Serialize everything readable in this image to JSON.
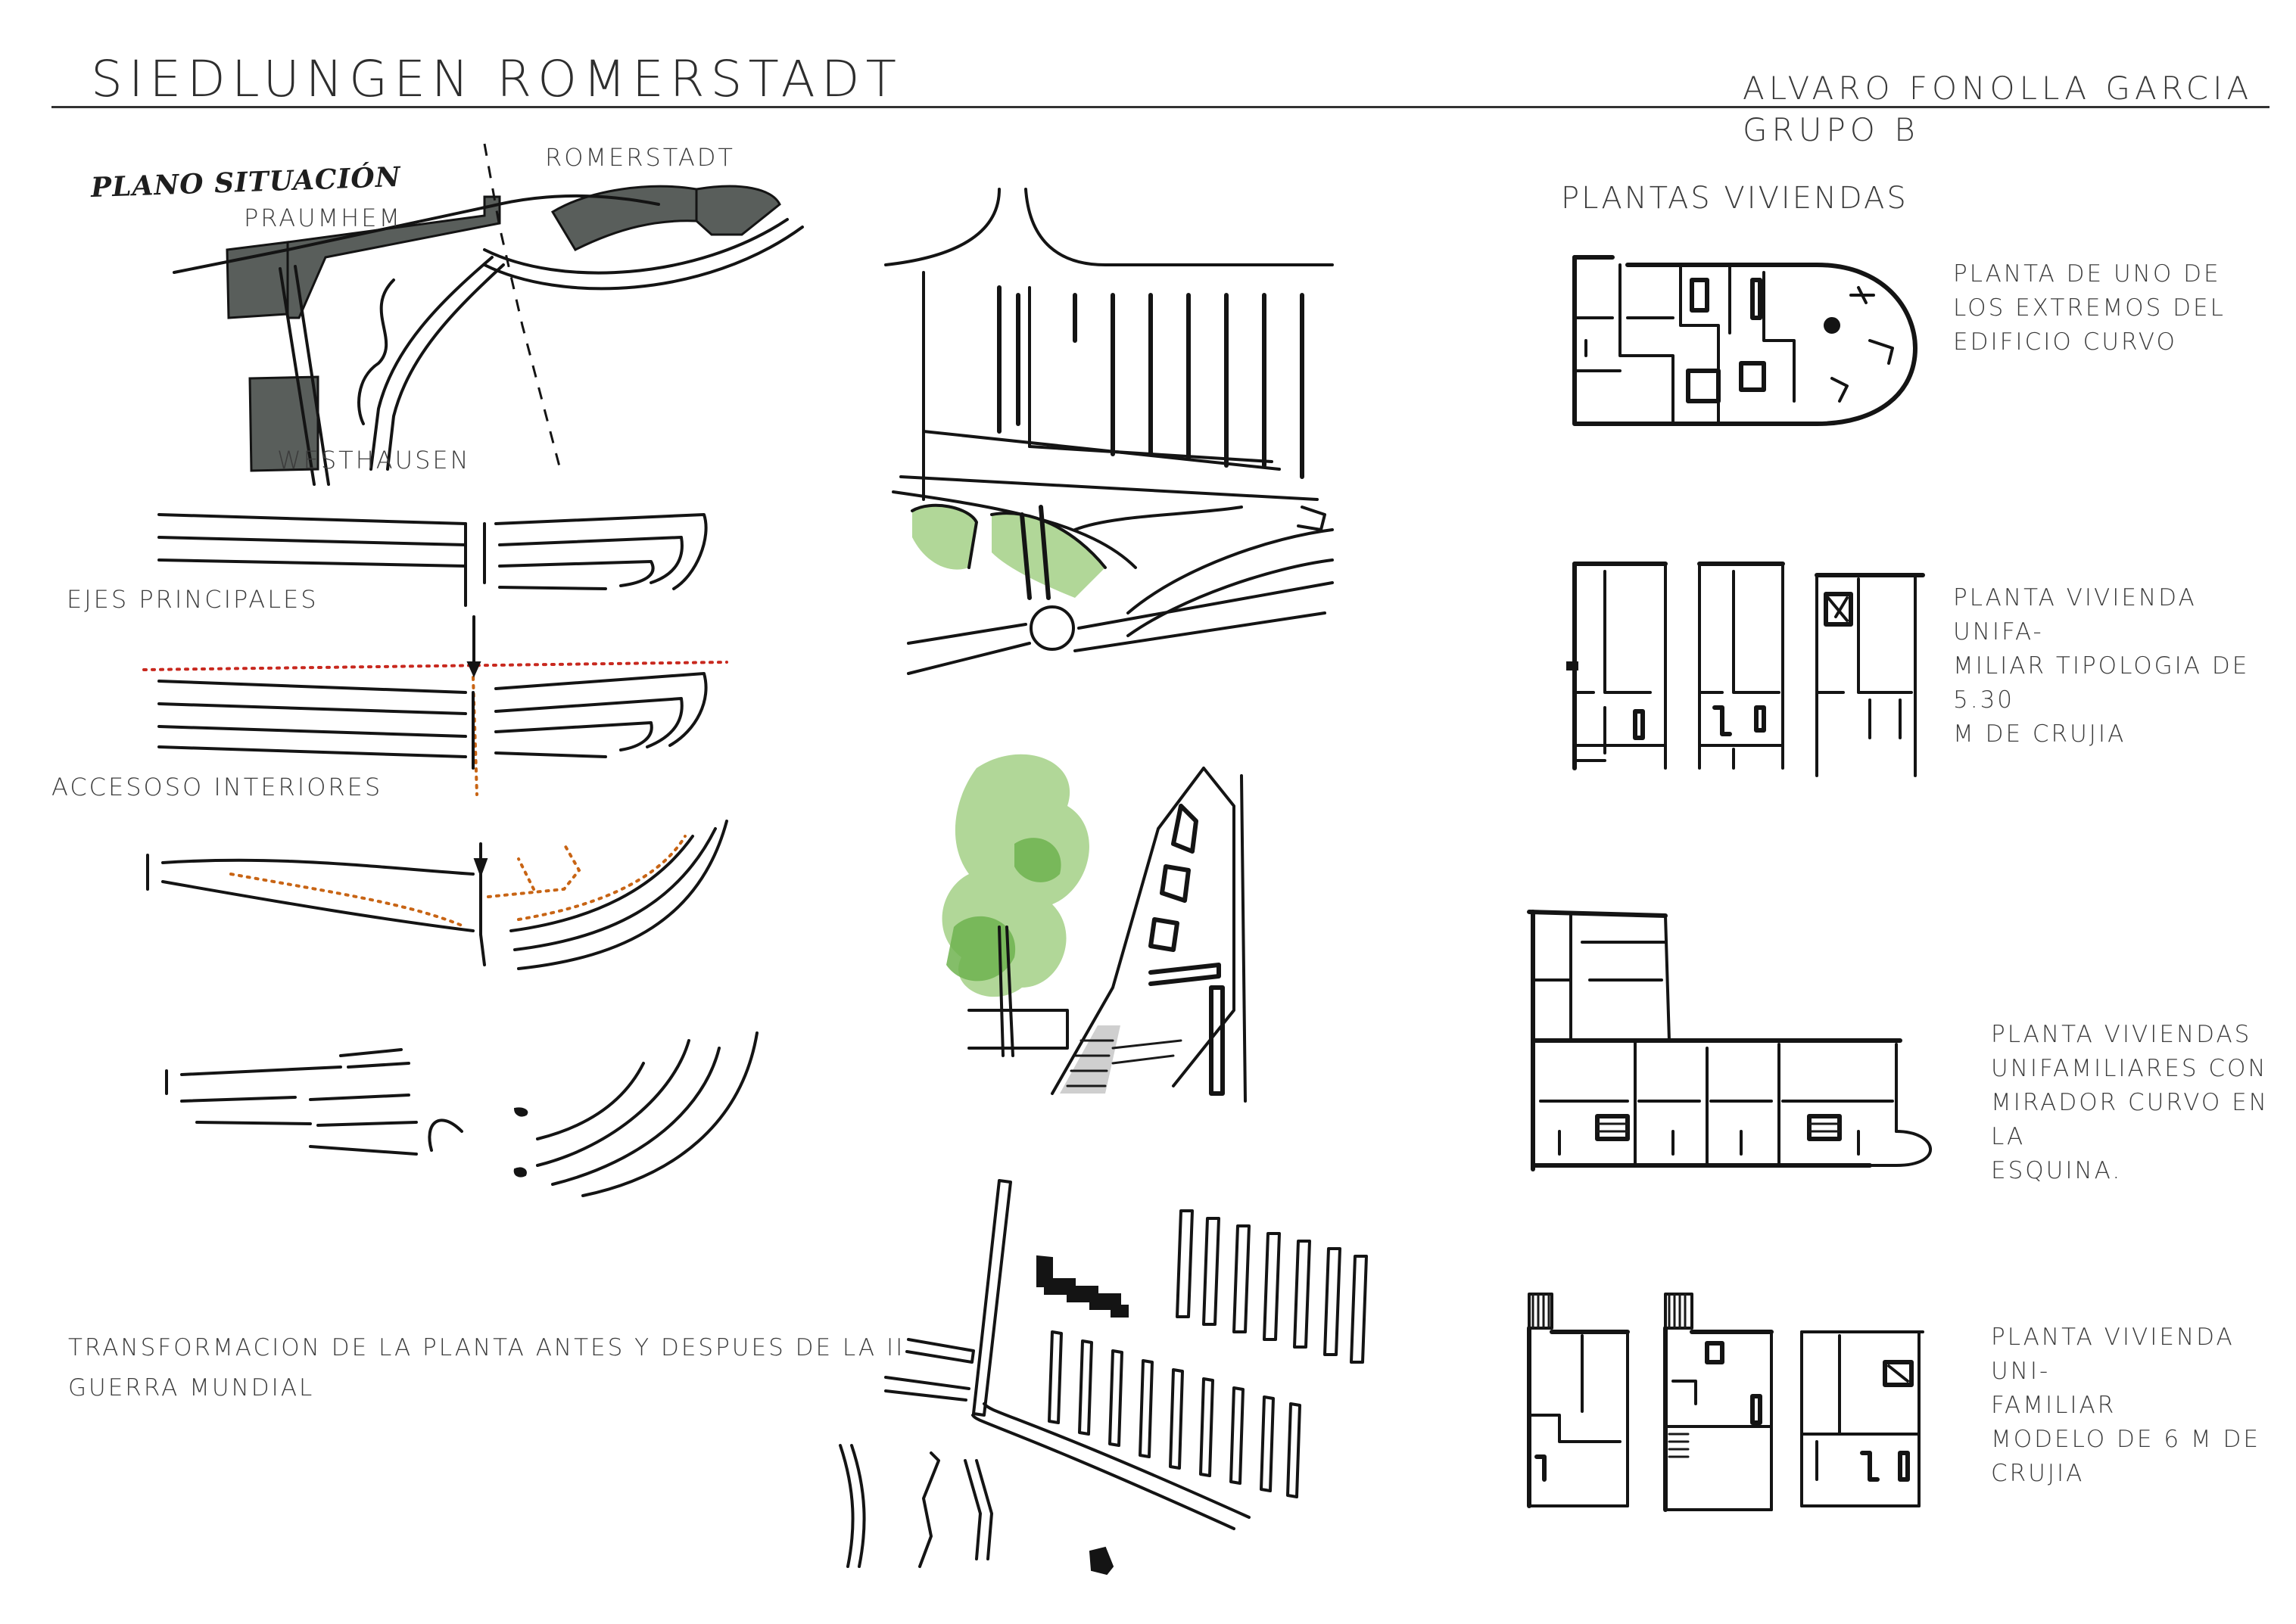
{
  "header": {
    "title": "SIEDLUNGEN ROMERSTADT",
    "author": "ALVARO FONOLLA GARCIA GRUPO B"
  },
  "site_plan": {
    "heading": "PLANO SITUACIÓN",
    "labels": {
      "romerstadt": "ROMERSTADT",
      "praumhem": "PRAUMHEM",
      "westhausen": "WESTHAUSEN"
    }
  },
  "diagrams": {
    "ejes": "EJES PRINCIPALES",
    "accesos": "ACCESOSO INTERIORES",
    "transformacion": "TRANSFORMACION DE LA PLANTA ANTES Y DESPUES DE LA  II\nGUERRA MUNDIAL"
  },
  "plantas": {
    "heading": "PLANTAS VIVIENDAS",
    "notes": [
      "PLANTA  DE UNO DE\nLOS EXTREMOS DEL\nEDIFICIO CURVO",
      "PLANTA VIVIENDA UNIFA-\nMILIAR TIPOLOGIA DE 5.30\nM DE CRUJIA",
      "PLANTA VIVIENDAS\nUNIFAMILIARES CON\nMIRADOR CURVO EN LA\nESQUINA.",
      "PLANTA VIVIENDA UNI-\nFAMILIAR\nMODELO DE 6 M DE\nCRUJIA"
    ]
  },
  "colors": {
    "ink": "#141414",
    "block_fill": "#595e5b",
    "red_dots": "#c8281e",
    "orange_dots": "#c86414",
    "tree_green": "#a8d38d"
  }
}
